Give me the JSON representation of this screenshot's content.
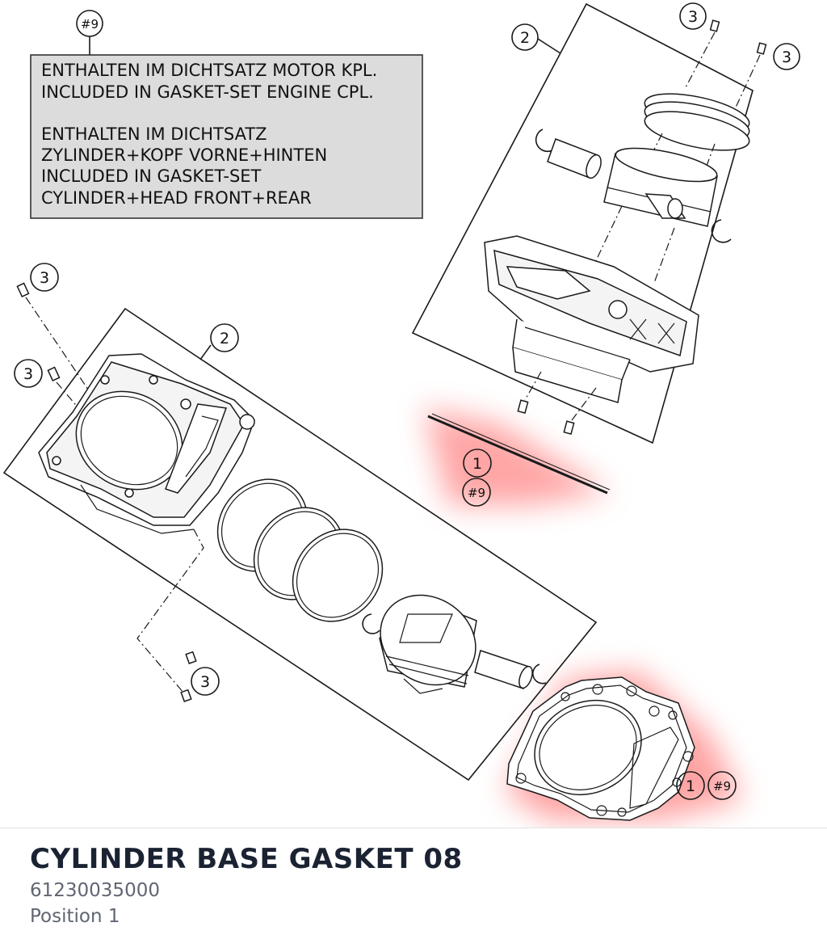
{
  "diagram": {
    "note": {
      "callout": "#9",
      "lines": [
        "ENTHALTEN IM DICHTSATZ MOTOR KPL.",
        "INCLUDED IN GASKET-SET ENGINE CPL.",
        "",
        "ENTHALTEN IM DICHTSATZ",
        "ZYLINDER+KOPF VORNE+HINTEN",
        "INCLUDED IN GASKET-SET",
        "CYLINDER+HEAD FRONT+REAR"
      ]
    },
    "callouts": {
      "assembly_top": "2",
      "assembly_left": "2",
      "dowel_top_1": "3",
      "dowel_top_2": "3",
      "dowel_left_1": "3",
      "dowel_left_2": "3",
      "dowel_bottom": "3",
      "gasket_side_position": "1",
      "gasket_side_ref": "#9",
      "gasket_flat_position": "1",
      "gasket_flat_ref": "#9"
    },
    "highlight_color": "#ff8080"
  },
  "part": {
    "title": "CYLINDER BASE GASKET 08",
    "number": "61230035000",
    "position": "Position 1"
  }
}
